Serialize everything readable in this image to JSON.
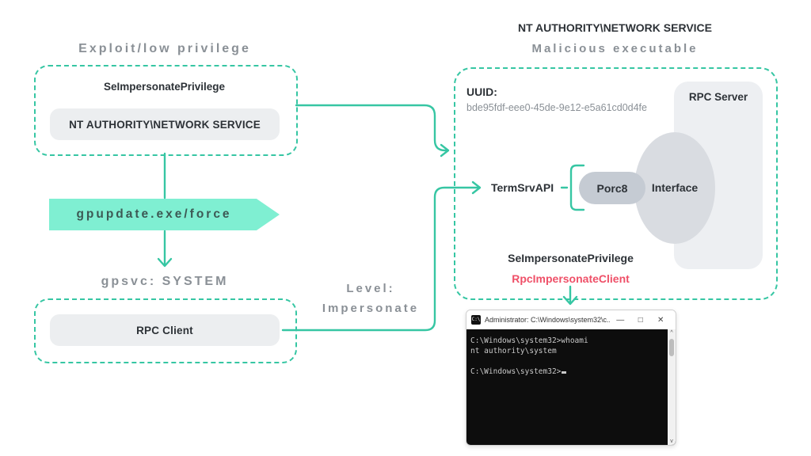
{
  "palette": {
    "teal": "#36c6a3",
    "mint": "#7fefd2",
    "mint_text": "#3c5954",
    "gray_text": "#8a9096",
    "dark_text": "#2d3237",
    "red_text": "#ef5068",
    "pill_bg": "#eceef0",
    "shape_light": "#edeff2",
    "shape_mid": "#d9dce1",
    "shape_dark": "#c5cbd3",
    "console_bg": "#0d0d0d",
    "console_text": "#c9c9c9"
  },
  "left": {
    "stage_title": "Exploit/low privilege",
    "privilege_label": "SeImpersonatePrivilege",
    "account_pill": "NT AUTHORITY\\NETWORK SERVICE",
    "banner": "gpupdate.exe/force",
    "gpsvc_label": "gpsvc: SYSTEM",
    "rpc_client_pill": "RPC Client"
  },
  "connector_label": {
    "line1": "Level:",
    "line2": "Impersonate"
  },
  "right": {
    "account_title": "NT AUTHORITY\\NETWORK SERVICE",
    "subtitle": "Malicious executable",
    "uuid_label": "UUID:",
    "uuid_value": "bde95fdf-eee0-45de-9e12-e5a61cd0d4fe",
    "rpc_server_label": "RPC Server",
    "termsrv_label": "TermSrvAPI",
    "porc8_label": "Porc8",
    "interface_label": "Interface",
    "privilege_label": "SeImpersonatePrivilege",
    "impersonate_call": "RpcImpersonateClient"
  },
  "cmd": {
    "title": "Administrator: C:\\Windows\\system32\\c...",
    "icon_glyph": "C:\\",
    "controls": {
      "minimize": "—",
      "maximize": "□",
      "close": "✕"
    },
    "lines": [
      "C:\\Windows\\system32>whoami",
      "nt authority\\system",
      "",
      "C:\\Windows\\system32>"
    ],
    "scroll_up": "^",
    "scroll_down": "v"
  }
}
